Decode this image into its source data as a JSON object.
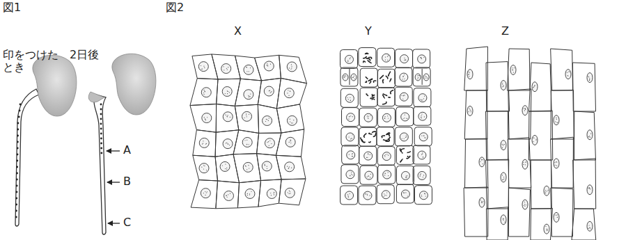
{
  "diagram": {
    "labels": [
      "図1",
      "印をつけたとき",
      "2日後",
      "A",
      "B",
      "C",
      "図2",
      "X",
      "Y",
      "Z"
    ]
  }
}
